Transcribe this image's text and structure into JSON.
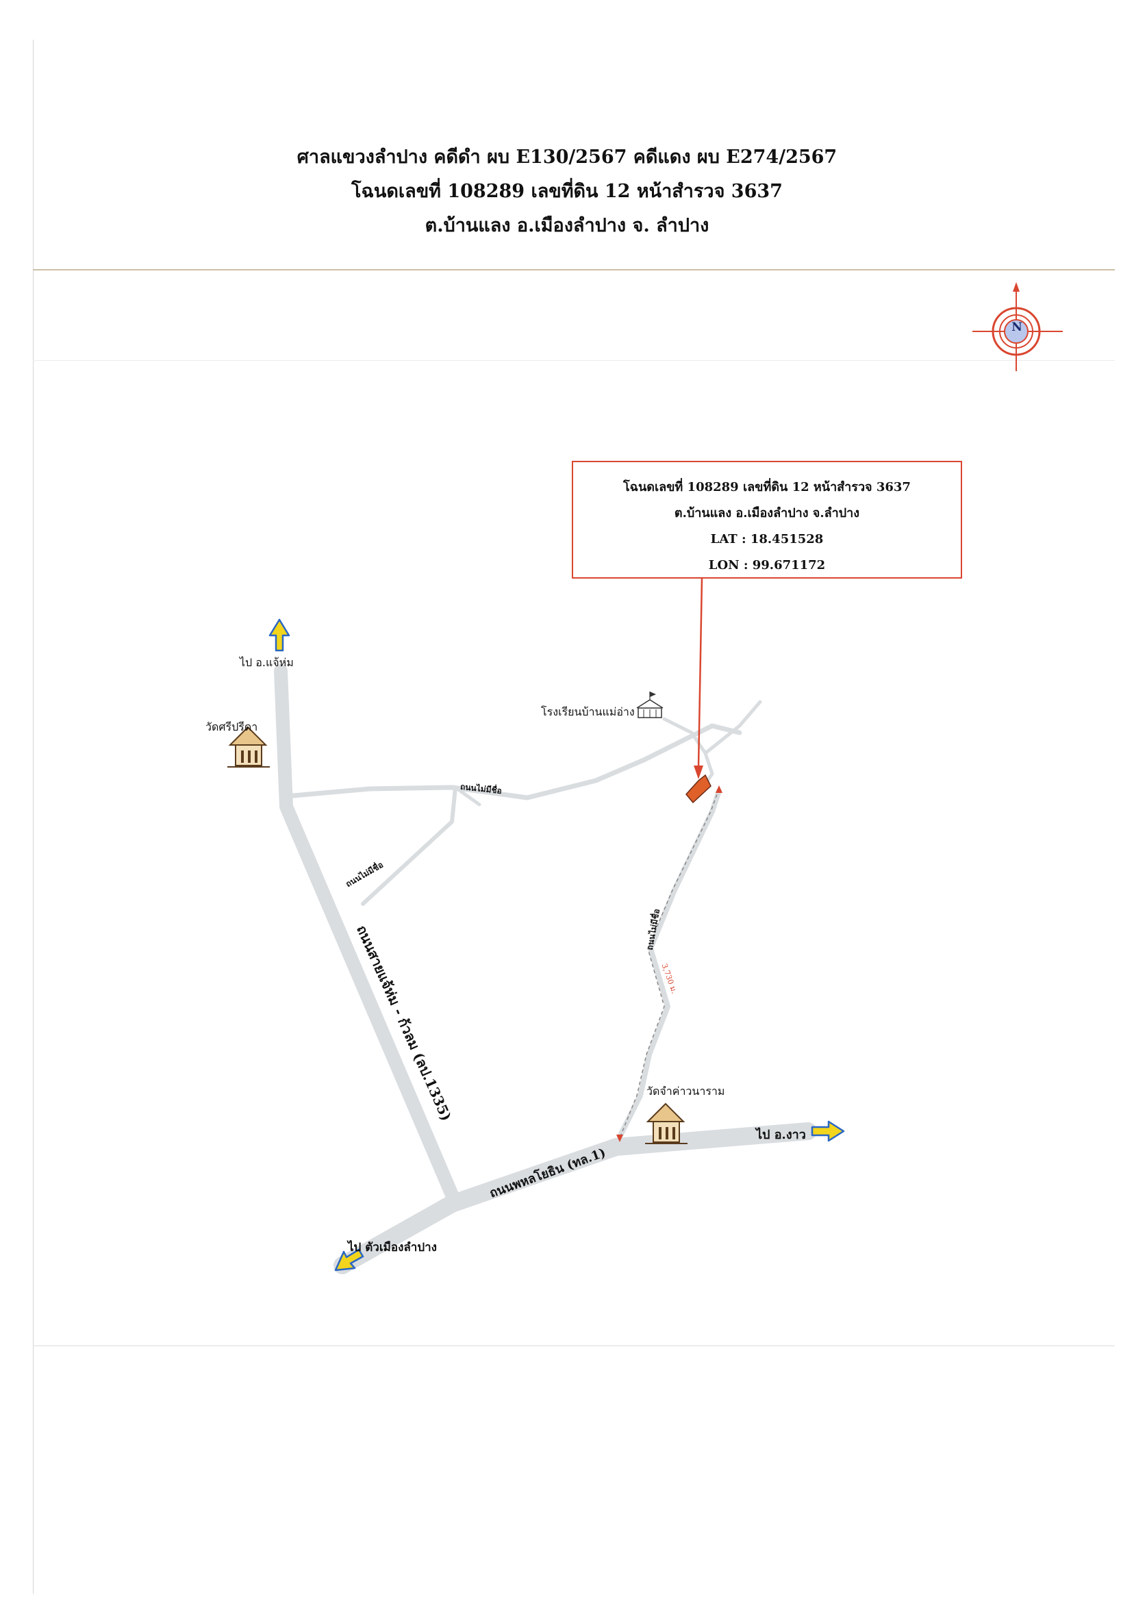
{
  "header": {
    "line1": "ศาลแขวงลำปาง คดีดำ ผบ E130/2567  คดีแดง ผบ E274/2567",
    "line2": "โฉนดเลขที่ 108289 เลขที่ดิน 12 หน้าสำรวจ 3637",
    "line3": "ต.บ้านแลง อ.เมืองลำปาง จ. ลำปาง"
  },
  "info_box": {
    "line1": "โฉนดเลขที่ 108289 เลขที่ดิน 12 หน้าสำรวจ 3637",
    "line2": "ต.บ้านแลง อ.เมืองลำปาง จ.ลำปาง",
    "lat": "LAT : 18.451528",
    "lon": "LON : 99.671172"
  },
  "compass": {
    "letter": "N"
  },
  "labels": {
    "to_chae_hom": "ไป อ.แจ้ห่ม",
    "wat_si_prida": "วัดศรีปรีดา",
    "school": "โรงเรียนบ้านแม่อ่าง",
    "road_unnamed_1": "ถนนไม่มีชื่อ",
    "road_unnamed_2": "ถนนไม่มีชื่อ",
    "road_unnamed_3": "ถนนไม่มีชื่อ",
    "distance": "3,730 ม.",
    "highway_1335": "ถนนสายแจ้ห่ม - ก้วลม (ลป.1335)",
    "wat_cham_kham": "วัดจำค่าวนาราม",
    "to_ngao": "ไป อ.งาว",
    "phahonyothin": "ถนนพหลโยธิน (ทล.1)",
    "to_lampang_city": "ไป ตัวเมืองลำปาง"
  },
  "colors": {
    "road": "#d9dde0",
    "border_red": "#d9462f",
    "parcel": "#e0602a",
    "arrow_fill": "#f2d51c",
    "arrow_stroke": "#2a67c4",
    "compass_ring": "#d9462f",
    "compass_center": "#b9c7ec"
  }
}
